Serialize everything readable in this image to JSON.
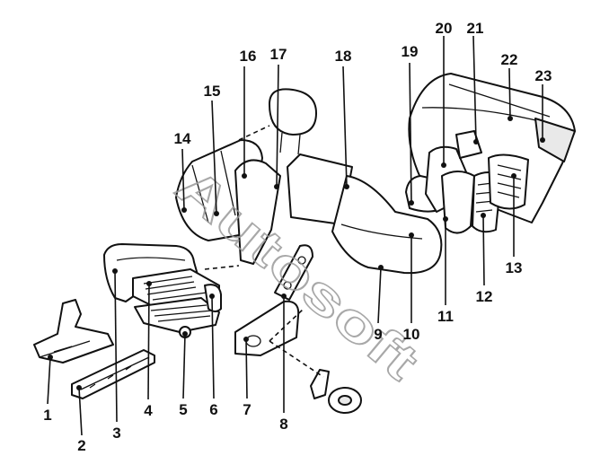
{
  "watermark": "Autosoft",
  "callouts": [
    "1",
    "2",
    "3",
    "4",
    "5",
    "6",
    "7",
    "8",
    "9",
    "10",
    "11",
    "12",
    "13",
    "14",
    "15",
    "16",
    "17",
    "18",
    "19",
    "20",
    "21",
    "22",
    "23"
  ],
  "colors": {
    "line": "#111111",
    "background": "#ffffff",
    "watermark": "#999999"
  }
}
